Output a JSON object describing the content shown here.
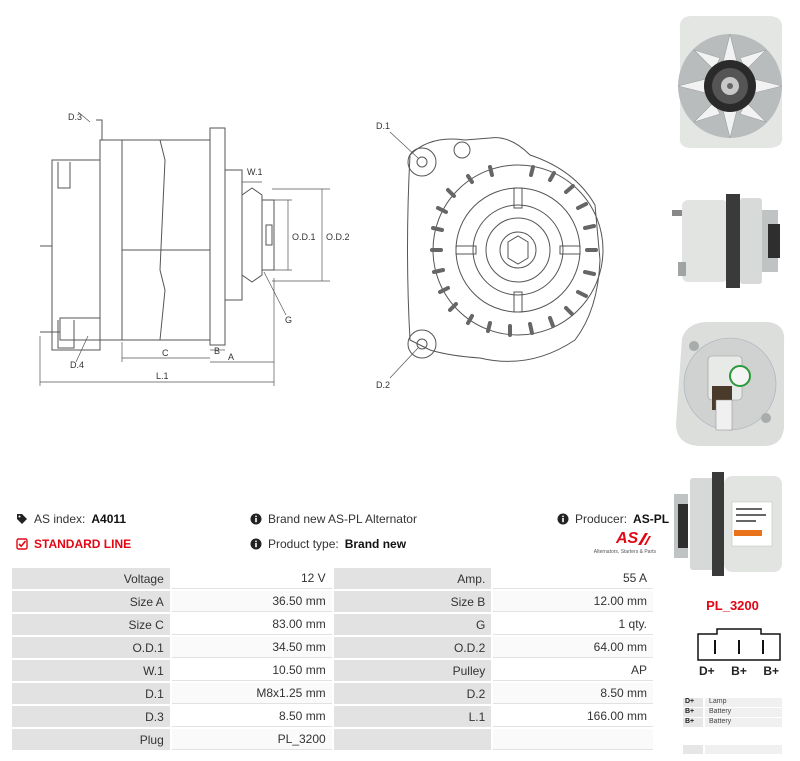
{
  "drawing": {
    "side_labels": {
      "d3": "D.3",
      "d4": "D.4",
      "w1": "W.1",
      "od1": "O.D.1",
      "od2": "O.D.2",
      "g": "G",
      "c": "C",
      "b": "B",
      "a": "A",
      "l1": "L.1"
    },
    "front_labels": {
      "d1": "D.1",
      "d2": "D.2"
    }
  },
  "info": {
    "as_index_label": "AS index:",
    "as_index_value": "A4011",
    "description": "Brand new AS-PL Alternator",
    "producer_label": "Producer:",
    "producer_value": "AS-PL",
    "standard_line": "STANDARD LINE",
    "product_type_label": "Product type:",
    "product_type_value": "Brand new",
    "logo_text": "AS",
    "logo_tagline": "Alternators, Starters & Parts"
  },
  "specs": [
    {
      "k1": "Voltage",
      "v1": "12 V",
      "k2": "Amp.",
      "v2": "55 A"
    },
    {
      "k1": "Size A",
      "v1": "36.50 mm",
      "k2": "Size B",
      "v2": "12.00 mm"
    },
    {
      "k1": "Size C",
      "v1": "83.00 mm",
      "k2": "G",
      "v2": "1 qty."
    },
    {
      "k1": "O.D.1",
      "v1": "34.50 mm",
      "k2": "O.D.2",
      "v2": "64.00 mm"
    },
    {
      "k1": "W.1",
      "v1": "10.50 mm",
      "k2": "Pulley",
      "v2": "AP"
    },
    {
      "k1": "D.1",
      "v1": "M8x1.25 mm",
      "k2": "D.2",
      "v2": "8.50 mm"
    },
    {
      "k1": "D.3",
      "v1": "8.50 mm",
      "k2": "L.1",
      "v2": "166.00 mm"
    },
    {
      "k1": "Plug",
      "v1": "PL_3200",
      "k2": "",
      "v2": ""
    }
  ],
  "plug": {
    "title": "PL_3200",
    "pins": [
      "D+",
      "B+",
      "B+"
    ],
    "legend": [
      {
        "pin": "D+",
        "desc": "Lamp"
      },
      {
        "pin": "B+",
        "desc": "Battery"
      },
      {
        "pin": "B+",
        "desc": "Battery"
      },
      {
        "pin": "",
        "desc": ""
      }
    ]
  },
  "colors": {
    "accent": "#e30613",
    "label_bg": "#e2e2e2"
  }
}
